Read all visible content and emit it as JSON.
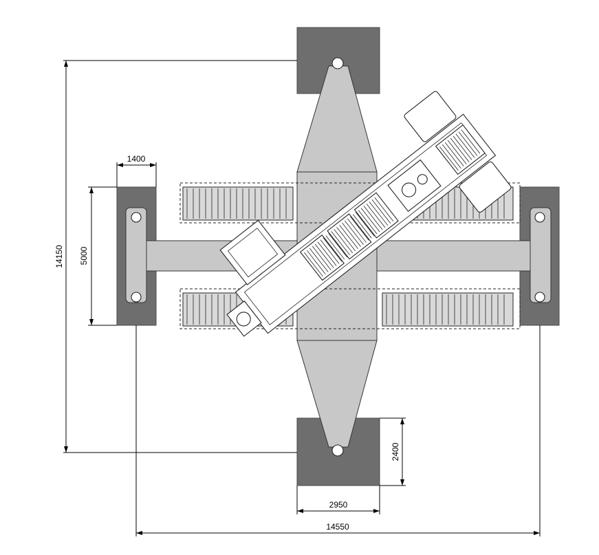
{
  "drawing": {
    "dimensions": {
      "overall_length": "14150",
      "overall_width": "14550",
      "pad_width_side": "1400",
      "side_pad_length": "5000",
      "pad_height_end": "2400",
      "pad_width_end": "2950"
    },
    "colors": {
      "pad": "#6e6e6e",
      "outrigger_beam": "#c8c8c8",
      "track": "#d9d9d9",
      "line": "#222222"
    }
  }
}
